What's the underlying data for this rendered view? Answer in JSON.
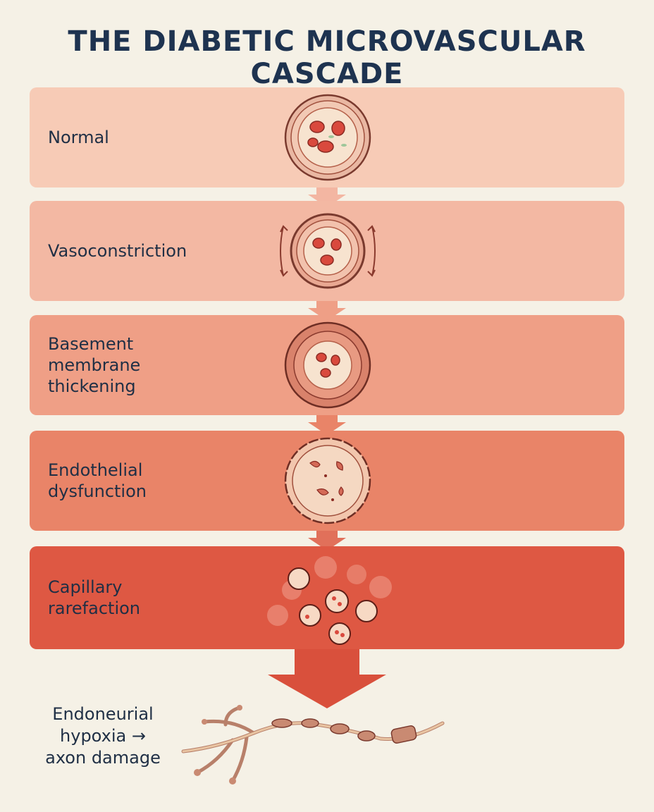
{
  "title": "THE DIABETIC MICROVASCULAR CASCADE",
  "stages": [
    {
      "label": "Normal",
      "icon": "normal-capillary-icon",
      "color": "#f7cbb6"
    },
    {
      "label": "Vasoconstriction",
      "icon": "constricted-capillary-icon",
      "color": "#f3b8a3"
    },
    {
      "label": "Basement\nmembrane\nthickening",
      "icon": "thickened-capillary-icon",
      "color": "#ef9f86"
    },
    {
      "label": "Endothelial\ndysfunction",
      "icon": "damaged-capillary-icon",
      "color": "#e98468"
    },
    {
      "label": "Capillary\nrarefaction",
      "icon": "capillary-cluster-icon",
      "color": "#de5843"
    }
  ],
  "outcome": {
    "label": "Endoneurial\nhypoxia →\naxon damage",
    "icon": "damaged-axon-icon"
  },
  "colors": {
    "background": "#f5f1e6",
    "title": "#1e3350",
    "text": "#1f2f45",
    "arrow": "#d9503c"
  }
}
